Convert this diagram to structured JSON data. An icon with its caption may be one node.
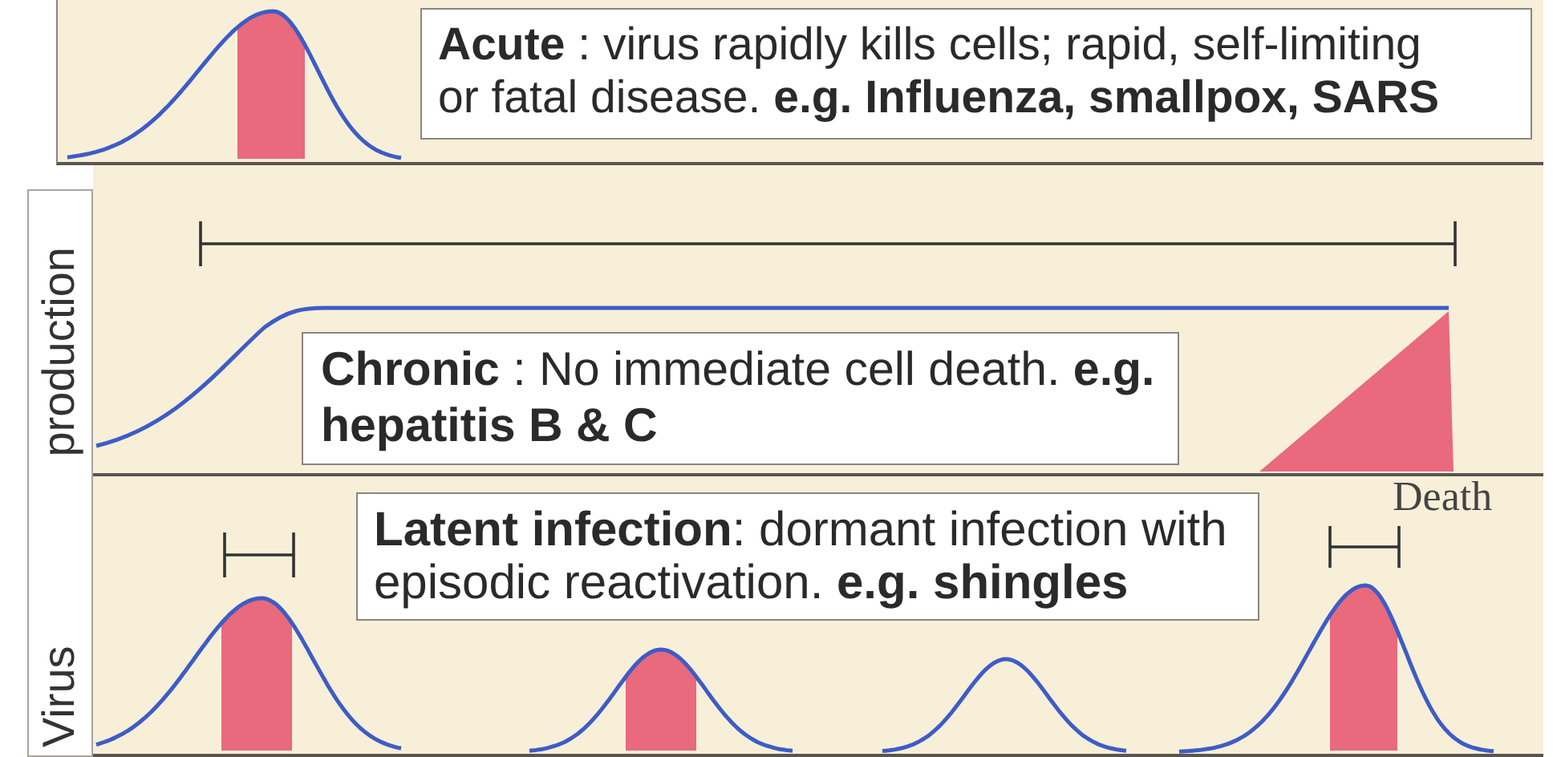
{
  "diagram": {
    "nodes": [
      {
        "text": [
          "**Acute** : virus rapidly kills cells; rapid, self-limiting or fatal disease. **e.g. Influenza, smallpox, SARS**"
        ]
      },
      {
        "text": [
          "Virus production"
        ]
      },
      {
        "text": [
          "**Chronic** : No immediate cell death. **e.g. hepatitis B & C**"
        ]
      },
      {
        "text": [
          "**Latent infection**: dormant infection with episodic reactivation. **e.g. shingles**"
        ]
      }
    ],
    "labels": [
      "Death"
    ]
  }
}
